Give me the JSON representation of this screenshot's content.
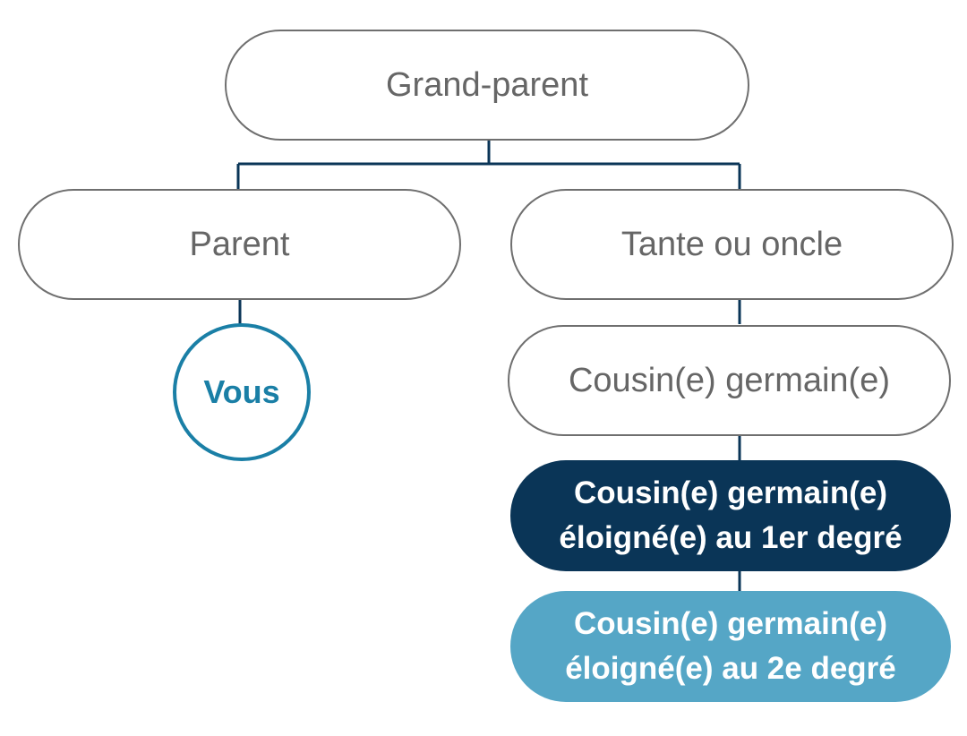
{
  "colors": {
    "outline_border": "#6f6f6f",
    "outline_text": "#666666",
    "connector": "#0a3557",
    "vous_accent": "#1a7fa6",
    "dark_fill": "#0a3557",
    "light_fill": "#55a6c6"
  },
  "nodes": {
    "grand_parent": "Grand-parent",
    "parent": "Parent",
    "tante_oncle": "Tante ou oncle",
    "vous": "Vous",
    "cousin_germain": "Cousin(e) germain(e)",
    "cousin_1er": {
      "line1": "Cousin(e) germain(e)",
      "line2": "éloigné(e) au 1er degré"
    },
    "cousin_2e": {
      "line1": "Cousin(e) germain(e)",
      "line2": "éloigné(e) au 2e degré"
    }
  }
}
